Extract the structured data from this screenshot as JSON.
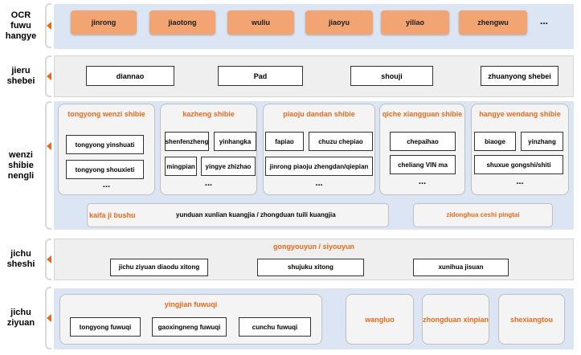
{
  "rows": {
    "industry": {
      "label": "OCR\nfuwu\nhangye"
    },
    "access": {
      "label": "jieru\nshebei"
    },
    "recognition": {
      "label": "wenzi\nshibie\nnengli"
    },
    "infra": {
      "label": "jichu\nsheshi"
    },
    "resources": {
      "label": "jichu\nziyuan"
    }
  },
  "industries": [
    "jinrong",
    "jiaotong",
    "wuliu",
    "jiaoyu",
    "yiliao",
    "zhengwu"
  ],
  "industries_more": "...",
  "devices": [
    "diannao",
    "Pad",
    "shouji",
    "zhuanyong shebei"
  ],
  "groups": [
    {
      "title": "tongyong wenzi shibie",
      "items": [
        "tongyong yinshuati",
        "tongyong shouxieti"
      ],
      "more": "..."
    },
    {
      "title": "kazheng shibie",
      "items": [
        "shenfenzheng",
        "yinhangka",
        "mingpian",
        "yingye zhizhao"
      ],
      "more": "..."
    },
    {
      "title": "piaoju dandan shibie",
      "items": [
        "fapiao",
        "chuzu chepiao",
        "jinrong piaoju zhengdan/qiepian"
      ],
      "more": "..."
    },
    {
      "title": "qiche xiangguan shibie",
      "items": [
        "chepaihao",
        "cheliang VIN ma"
      ],
      "more": "..."
    },
    {
      "title": "hangye wendang shibie",
      "items": [
        "biaoge",
        "yinzhang",
        "shuxue gongshi/shiti"
      ],
      "more": "..."
    }
  ],
  "platform": {
    "dev_label": "kaifa ji bushu",
    "framework": "yunduan xunlian kuangjia / zhongduan tuili kuangjia",
    "test_platform": "zidonghua ceshi pingtai"
  },
  "infra": {
    "cloud": "gongyouyun / siyouyun",
    "items": [
      "jichu ziyuan diaodu xitong",
      "shujuku xitong",
      "xunihua jisuan"
    ]
  },
  "resources": {
    "servers_title": "yingjian fuwuqi",
    "servers": [
      "tongyong fuwuqi",
      "gaoxingneng fuwuqi",
      "cunchu fuwuqi"
    ],
    "others": [
      "wangluo",
      "zhongduan xinpian",
      "shexiangtou"
    ]
  },
  "colors": {
    "accent": "#e66a1b",
    "band_blue": "#dbe5f3",
    "industry_box": "#f2a572"
  }
}
